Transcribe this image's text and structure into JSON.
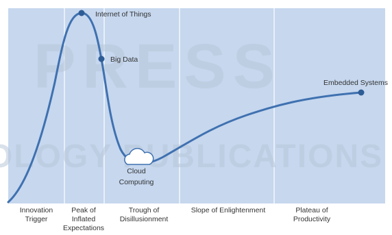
{
  "colors": {
    "background": "#c6d7ee",
    "curve": "#3f71b0",
    "marker": "#2e5d96",
    "divider": "#ffffff",
    "text": "#333333",
    "watermark": "#b9c7d9"
  },
  "phases": [
    {
      "label": "Innovation Trigger"
    },
    {
      "label": "Peak of Inflated Expectations"
    },
    {
      "label": "Trough of Disillusionment"
    },
    {
      "label": "Slope of Enlightenment"
    },
    {
      "label": "Plateau of Productivity"
    }
  ],
  "technologies": [
    {
      "name": "Internet of Things",
      "marker": "dot"
    },
    {
      "name": "Big Data",
      "marker": "dot"
    },
    {
      "name": "Cloud Computing",
      "marker": "cloud-icon"
    },
    {
      "name": "Embedded Systems",
      "marker": "dot"
    }
  ],
  "watermark": {
    "line1": "PRESS",
    "line2": "OLOGY PUBLICATIONS"
  }
}
